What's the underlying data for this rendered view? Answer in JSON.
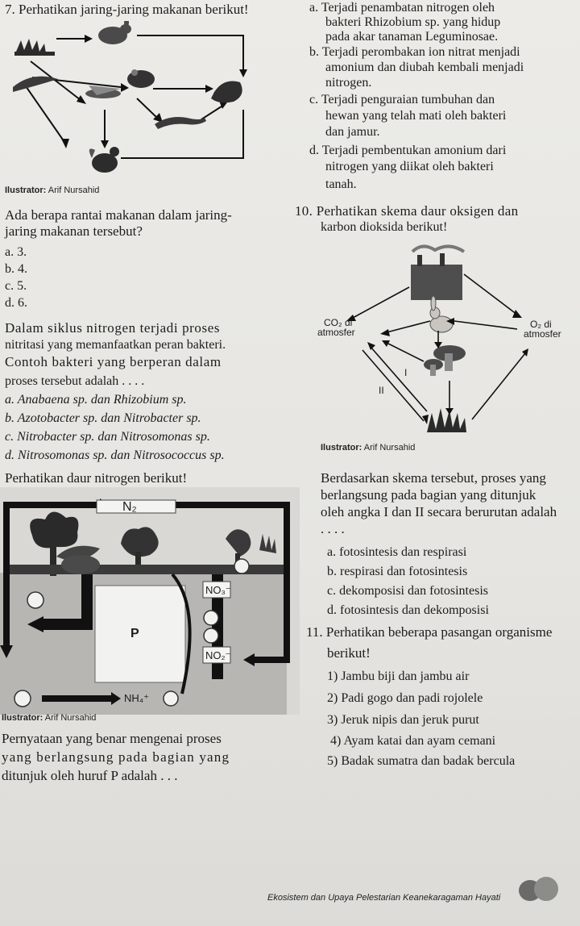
{
  "q7": {
    "stem": "7. Perhatikan jaring-jaring makanan berikut!",
    "credit_label": "Ilustrator:",
    "credit_name": "Arif Nursahid",
    "question": [
      "Ada berapa rantai makanan dalam jaring-",
      "jaring makanan tersebut?"
    ],
    "options": [
      "a.  3.",
      "b.  4.",
      "c.  5.",
      "d.  6."
    ]
  },
  "q8": {
    "stem": [
      "Dalam siklus nitrogen terjadi proses",
      "nitritasi yang memanfaatkan peran bakteri.",
      "Contoh bakteri yang berperan dalam",
      "proses tersebut adalah . . . ."
    ],
    "options": [
      "a.  Anabaena sp. dan Rhizobium sp.",
      "b.  Azotobacter sp. dan Nitrobacter sp.",
      "c.  Nitrobacter sp. dan Nitrosomonas sp.",
      "d.  Nitrosomonas sp. dan Nitrosococcus sp."
    ]
  },
  "q9": {
    "stem": "Perhatikan daur nitrogen berikut!",
    "diagram": {
      "n2": "N₂",
      "p": "P",
      "no3": "NO₃⁻",
      "no2": "NO₂⁻",
      "nh4": "NH₄⁺"
    },
    "credit_label": "Ilustrator:",
    "credit_name": "Arif Nursahid",
    "question": [
      "Pernyataan yang benar mengenai proses",
      "yang berlangsung pada bagian yang",
      "ditunjuk oleh huruf P adalah . . ."
    ]
  },
  "q_right_top": {
    "option_a": [
      "a.  Terjadi penambatan nitrogen oleh",
      "bakteri Rhizobium sp. yang hidup",
      "pada akar tanaman Leguminosae."
    ],
    "option_b": [
      "b.  Terjadi perombakan ion nitrat menjadi",
      "amonium dan diubah kembali menjadi",
      "nitrogen."
    ],
    "option_c": [
      "c.  Terjadi penguraian tumbuhan dan",
      "hewan yang telah mati oleh bakteri",
      "dan jamur."
    ],
    "option_d": [
      "d.  Terjadi pembentukan amonium dari",
      "nitrogen yang diikat oleh bakteri",
      "tanah."
    ]
  },
  "q10": {
    "stem": [
      "10. Perhatikan skema daur oksigen dan",
      "karbon dioksida berikut!"
    ],
    "diagram": {
      "co2_line1": "CO₂ di",
      "co2_line2": "atmosfer",
      "o2_line1": "O₂ di",
      "o2_line2": "atmosfer",
      "mark1": "I",
      "mark2": "II"
    },
    "credit_label": "Ilustrator:",
    "credit_name": "Arif Nursahid",
    "question": [
      "Berdasarkan skema tersebut, proses yang",
      "berlangsung pada bagian yang ditunjuk",
      "oleh angka I dan II secara berurutan adalah",
      ". . . ."
    ],
    "options": [
      "a.  fotosintesis dan respirasi",
      "b.  respirasi dan fotosintesis",
      "c.  dekomposisi dan fotosintesis",
      "d.  fotosintesis dan dekomposisi"
    ]
  },
  "q11": {
    "stem": [
      "11. Perhatikan beberapa pasangan organisme",
      "berikut!"
    ],
    "items": [
      "1)  Jambu biji dan jambu air",
      "2)  Padi gogo dan padi rojolele",
      "3)  Jeruk nipis dan jeruk purut",
      "4)  Ayam katai dan ayam cemani",
      "5)  Badak sumatra dan badak bercula"
    ]
  },
  "footer": {
    "text": "Ekosistem dan Upaya Pelestarian Keanekaragaman Hayati"
  }
}
